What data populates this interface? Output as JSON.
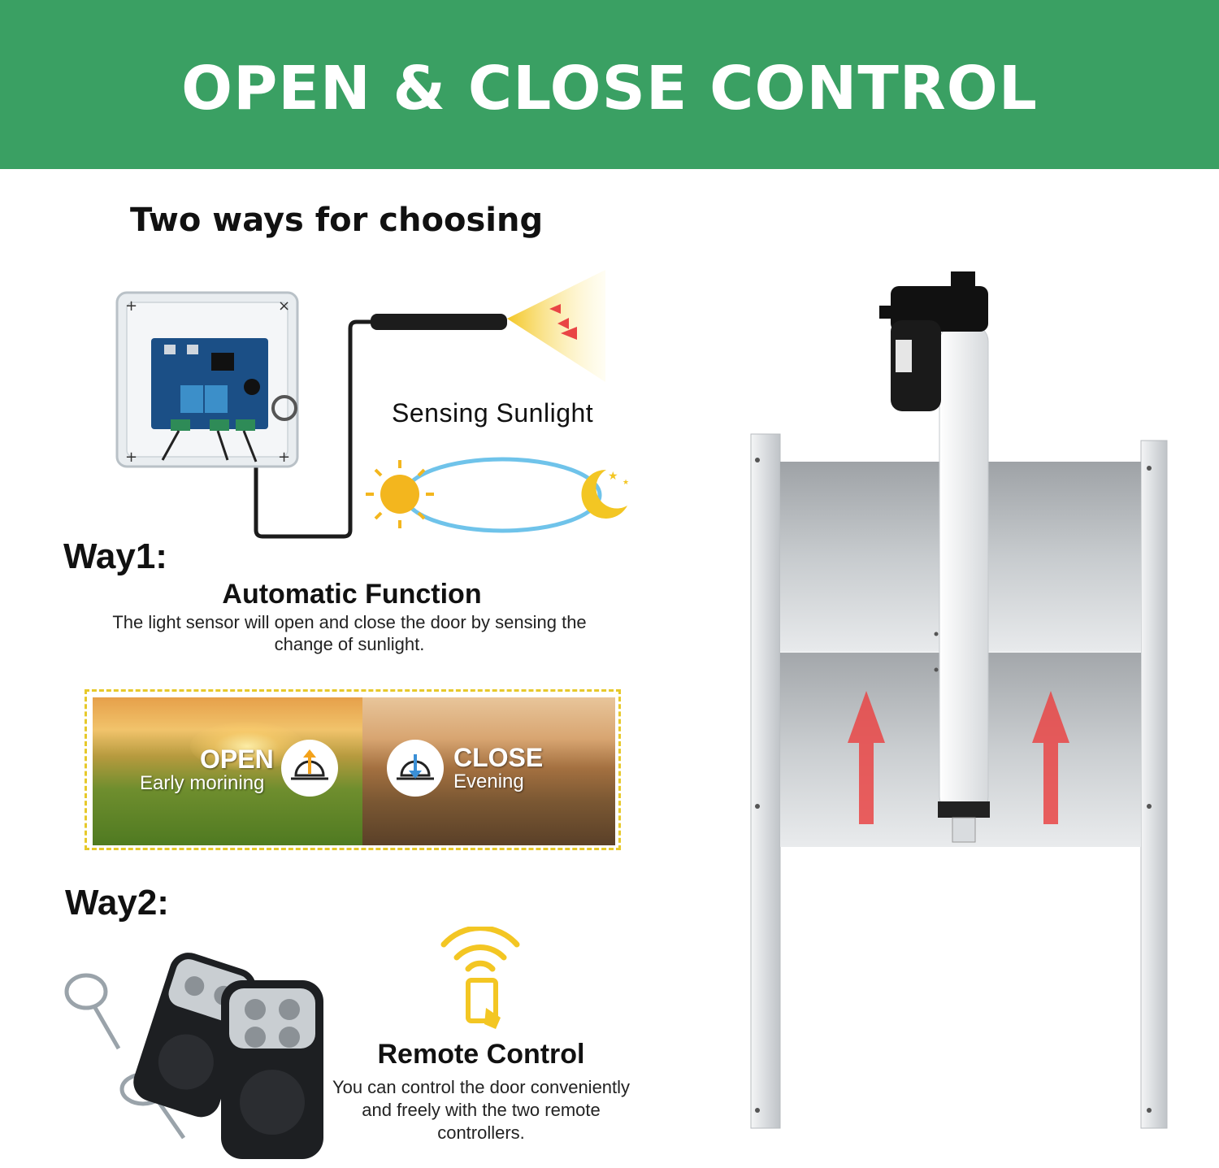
{
  "header": {
    "title": "OPEN & CLOSE CONTROL"
  },
  "subtitle": "Two ways for choosing",
  "sensor": {
    "label": "Sensing Sunlight"
  },
  "way1": {
    "label": "Way1:",
    "title": "Automatic Function",
    "description": "The light sensor will open and close the door by sensing the change of sunlight."
  },
  "scenes": {
    "open_word": "OPEN",
    "open_sub": "Early morining",
    "close_word": "CLOSE",
    "close_sub": "Evening"
  },
  "way2": {
    "label": "Way2:",
    "title": "Remote Control",
    "description": "You can control the door conveniently and freely with the two remote controllers."
  },
  "colors": {
    "banner_green": "#3aa063",
    "accent_yellow": "#f3c623",
    "arrow_red": "#e94545",
    "ring_blue": "#6fc3ea"
  }
}
